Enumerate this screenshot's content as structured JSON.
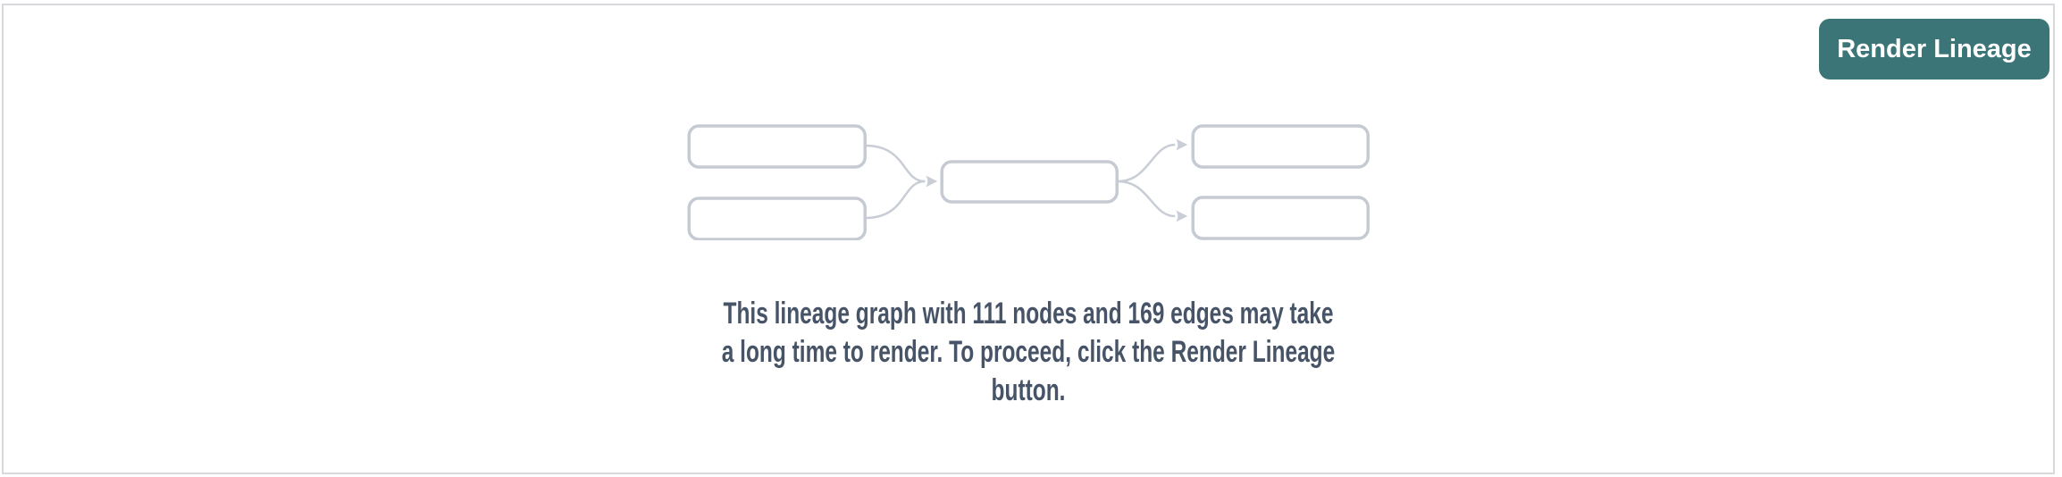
{
  "toolbar": {
    "render_lineage_button_label": "Render Lineage"
  },
  "placeholder": {
    "graphic": "lineage-graph-placeholder-icon",
    "message_full": "This lineage graph with 111 nodes and 169 edges may take a long time to render. To proceed, click the Render Lineage button.",
    "message_lines": [
      "This lineage graph with 111 nodes and 169 edges may take",
      "a long time to render. To proceed, click the Render Lineage",
      "button."
    ],
    "node_count": "111",
    "edge_count": "169"
  },
  "colors": {
    "button_background": "#3b7577",
    "button_text": "#ffffff",
    "message_text": "#475467",
    "diagram_stroke": "#c5cad3",
    "panel_border": "#d8d9dc",
    "page_background": "#ffffff"
  }
}
